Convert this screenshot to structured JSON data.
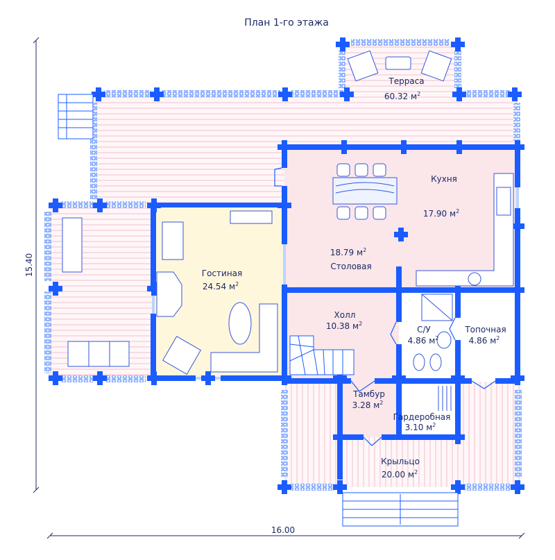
{
  "title": "План 1-го этажа",
  "dimensions": {
    "width": "16.00",
    "height": "15.40"
  },
  "rooms": [
    {
      "id": "terrace",
      "name": "Терраса",
      "area": "60.32 м"
    },
    {
      "id": "kitchen",
      "name": "Кухня",
      "area": "17.90 м"
    },
    {
      "id": "dining",
      "name": "Столовая",
      "area": "18.79 м"
    },
    {
      "id": "living",
      "name": "Гостиная",
      "area": "24.54 м"
    },
    {
      "id": "hall",
      "name": "Холл",
      "area": "10.38 м"
    },
    {
      "id": "wc",
      "name": "С/У",
      "area": "4.86 м"
    },
    {
      "id": "boiler",
      "name": "Топочная",
      "area": "4.86 м"
    },
    {
      "id": "vestibule",
      "name": "Тамбур",
      "area": "3.28 м"
    },
    {
      "id": "wardrobe",
      "name": "Гардеробная",
      "area": "3.10 м"
    },
    {
      "id": "porch",
      "name": "Крыльцо",
      "area": "20.00 м"
    }
  ],
  "superscript": "2",
  "colors": {
    "wall": "#1a5cff",
    "wall_light": "#b9d4ff",
    "deck_fill": "#fff6f8",
    "deck_stripe": "#f2c0cc",
    "warm_room": "#fff7dc",
    "pink_room": "#fbe6ea",
    "furniture": "#3355dd",
    "text": "#1b2a66"
  }
}
